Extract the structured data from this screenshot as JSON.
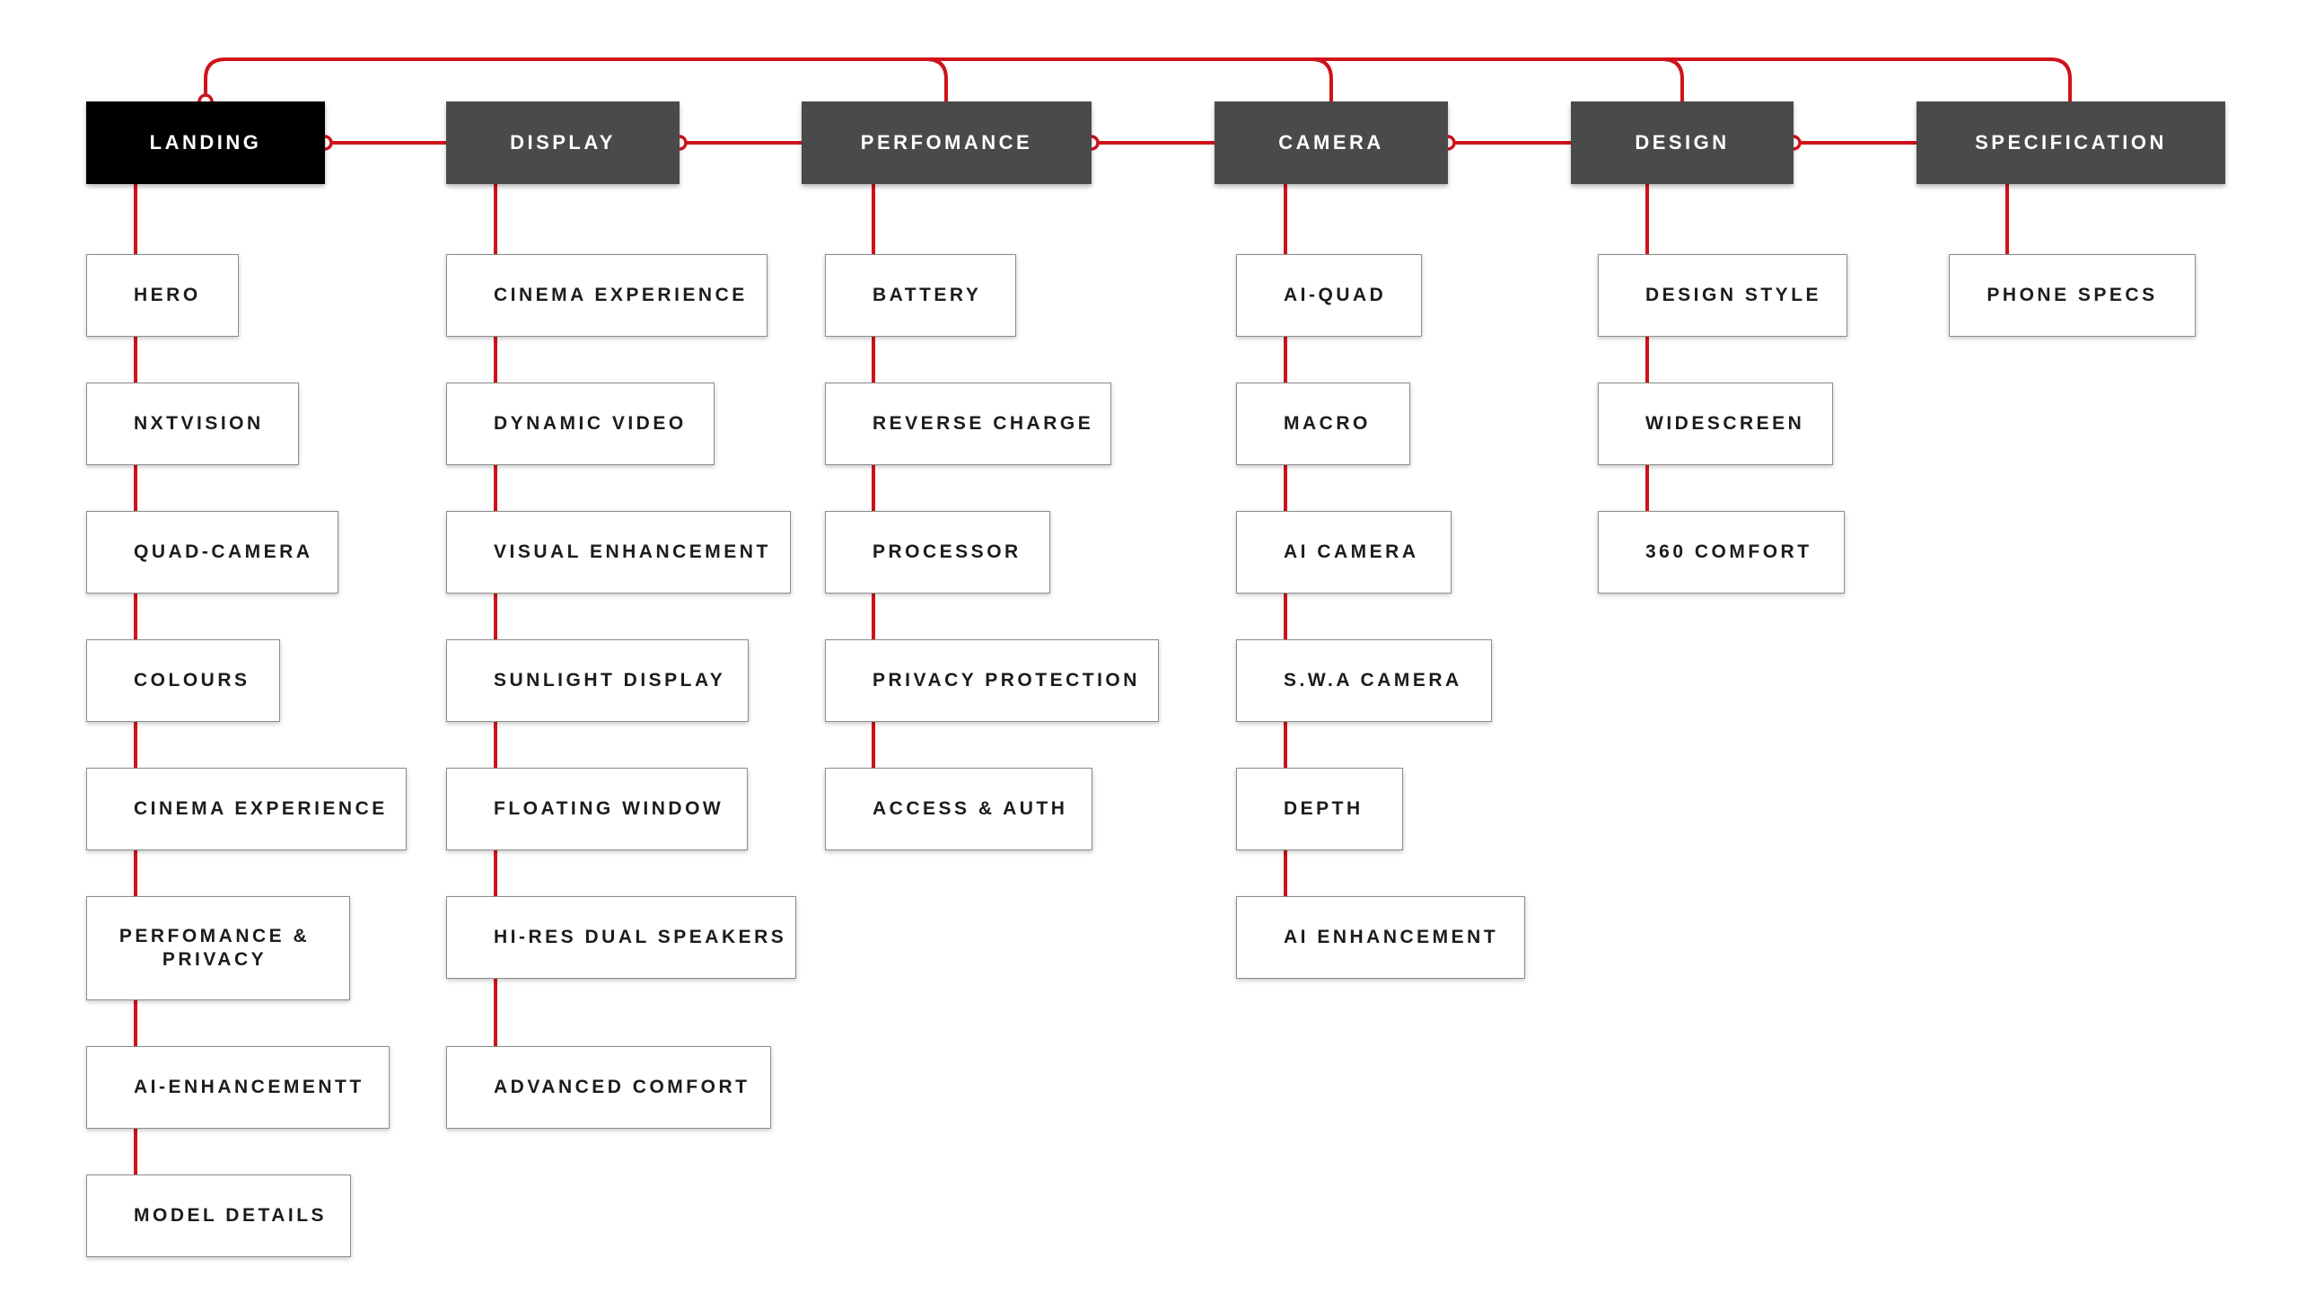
{
  "diagram": {
    "accent_color": "#d0121b",
    "header_color": "#4a4a4a",
    "active_header_color": "#000000",
    "sections": [
      {
        "label": "LANDING",
        "active": true,
        "children": [
          "HERO",
          "NXTVISION",
          "QUAD-CAMERA",
          "COLOURS",
          "CINEMA EXPERIENCE",
          "PERFOMANCE & PRIVACY",
          "AI-ENHANCEMENTT",
          "MODEL DETAILS"
        ]
      },
      {
        "label": "DISPLAY",
        "active": false,
        "children": [
          "CINEMA EXPERIENCE",
          "DYNAMIC VIDEO",
          "VISUAL ENHANCEMENT",
          "SUNLIGHT DISPLAY",
          "FLOATING WINDOW",
          "HI-RES DUAL SPEAKERS",
          "ADVANCED COMFORT"
        ]
      },
      {
        "label": "PERFOMANCE",
        "active": false,
        "children": [
          "BATTERY",
          "REVERSE CHARGE",
          "PROCESSOR",
          "PRIVACY PROTECTION",
          "ACCESS & AUTH"
        ]
      },
      {
        "label": "CAMERA",
        "active": false,
        "children": [
          "AI-QUAD",
          "MACRO",
          "AI CAMERA",
          "S.W.A CAMERA",
          "DEPTH",
          "AI ENHANCEMENT"
        ]
      },
      {
        "label": "DESIGN",
        "active": false,
        "children": [
          "DESIGN STYLE",
          "WIDESCREEN",
          "360 COMFORT"
        ]
      },
      {
        "label": "SPECIFICATION",
        "active": false,
        "children": [
          "PHONE SPECS"
        ]
      }
    ]
  }
}
